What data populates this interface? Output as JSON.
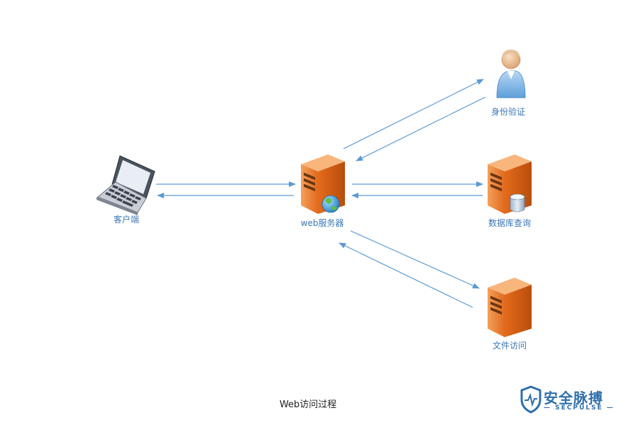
{
  "nodes": {
    "client": {
      "label": "客户端",
      "icon": "laptop-icon"
    },
    "web_server": {
      "label": "web服务器",
      "icon": "web-server-icon"
    },
    "auth": {
      "label": "身份验证",
      "icon": "user-icon"
    },
    "database": {
      "label": "数据库查询",
      "icon": "database-server-icon"
    },
    "file": {
      "label": "文件访问",
      "icon": "file-server-icon"
    }
  },
  "edges": [
    {
      "from": "client",
      "to": "web_server"
    },
    {
      "from": "web_server",
      "to": "client"
    },
    {
      "from": "web_server",
      "to": "auth"
    },
    {
      "from": "auth",
      "to": "web_server"
    },
    {
      "from": "web_server",
      "to": "database"
    },
    {
      "from": "database",
      "to": "web_server"
    },
    {
      "from": "web_server",
      "to": "file"
    },
    {
      "from": "file",
      "to": "web_server"
    }
  ],
  "caption": "Web访问过程",
  "logo": {
    "text": "安全脉搏",
    "subtext": "SECPULSE"
  },
  "colors": {
    "arrow": "#5b9bd5",
    "label": "#3c77b6",
    "server": "#e8742a",
    "logo": "#2f6fa8"
  }
}
